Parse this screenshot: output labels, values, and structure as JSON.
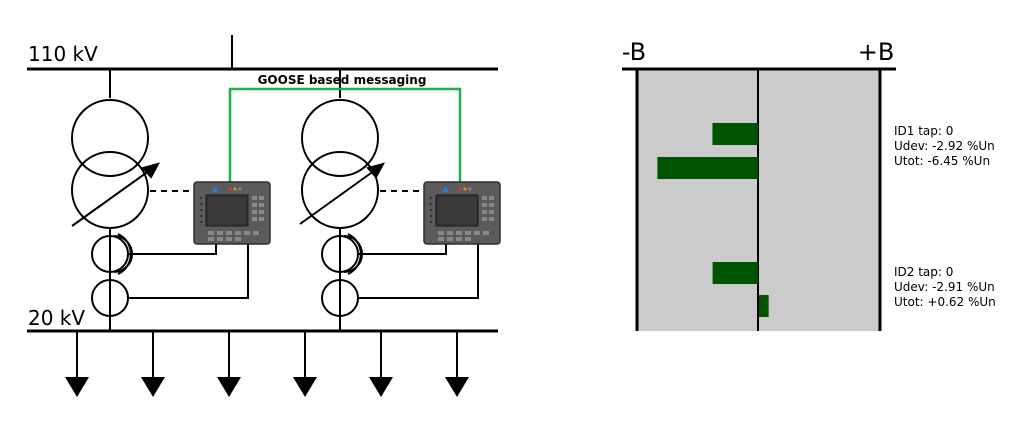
{
  "diagram": {
    "bus_110_label": "110 kV",
    "bus_20_label": "20 kV",
    "goose_label": "GOOSE based messaging"
  },
  "indicator": {
    "minus_label": "-B",
    "plus_label": "+B",
    "scale_min": -1,
    "scale_max": 1,
    "bar_color": "#005400",
    "panel_color": "#cbcbcb",
    "groups": [
      {
        "id": "ID1",
        "tap_text": "ID1 tap: 0",
        "udev_text": "Udev: -2.92 %Un",
        "utot_text": "Utot: -6.45 %Un",
        "udev_value": -2.92,
        "utot_value": -6.45
      },
      {
        "id": "ID2",
        "tap_text": "ID2 tap: 0",
        "udev_text": "Udev: -2.91 %Un",
        "utot_text": "Utot: +0.62 %Un",
        "udev_value": -2.91,
        "utot_value": 0.62
      }
    ]
  },
  "colors": {
    "goose_line": "#1db04b",
    "ied_body": "#5b5b5b",
    "ied_screen": "#333333"
  }
}
